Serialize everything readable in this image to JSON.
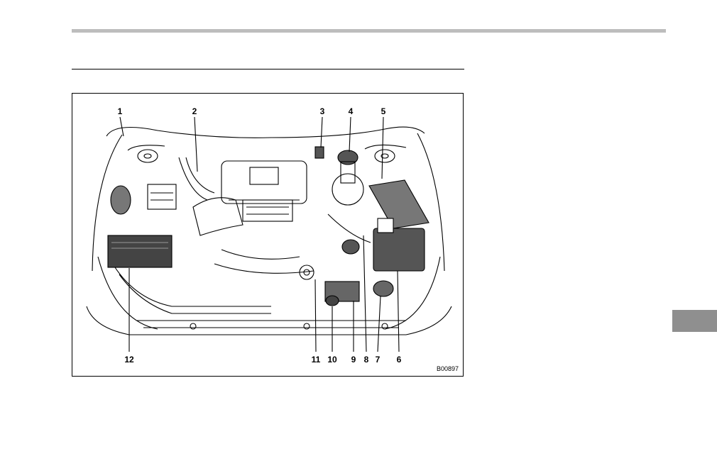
{
  "figure": {
    "callouts": [
      "1",
      "2",
      "3",
      "4",
      "5",
      "6",
      "7",
      "8",
      "9",
      "10",
      "11",
      "12"
    ],
    "code": "B00897"
  }
}
